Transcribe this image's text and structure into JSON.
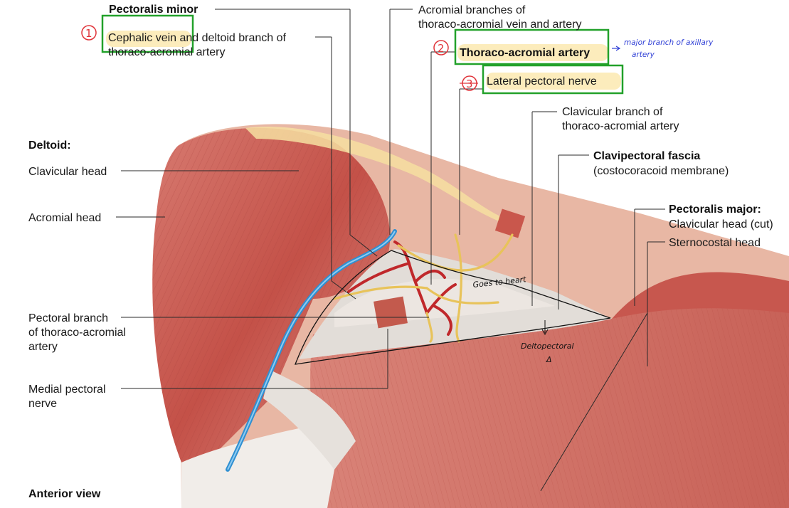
{
  "labels": {
    "pectoralis_minor": "Pectoralis minor",
    "cephalic_line1_a": "Cephalic vein",
    "cephalic_line1_b": " and deltoid branch of",
    "cephalic_line2": "thoraco-acromial artery",
    "acromial_line1": "Acromial branches of",
    "acromial_line2": "thoraco-acromial vein and artery",
    "thoraco_acromial_artery": "Thoraco-acromial artery",
    "lateral_pectoral_nerve": "Lateral pectoral nerve",
    "clavicular_branch_line1": "Clavicular branch of",
    "clavicular_branch_line2": "thoraco-acromial artery",
    "deltoid_title": "Deltoid:",
    "clavicular_head": "Clavicular head",
    "acromial_head": "Acromial head",
    "clavipectoral_fascia": "Clavipectoral fascia",
    "costocoracoid": "(costocoracoid membrane)",
    "pectoralis_major": "Pectoralis major:",
    "pm_clavicular_head": "Clavicular head (cut)",
    "sternocostal_head": "Sternocostal head",
    "pectoral_branch_line1": "Pectoral branch",
    "pectoral_branch_line2": "of thoraco-acromial",
    "pectoral_branch_line3": "artery",
    "medial_pectoral_line1": "Medial pectoral",
    "medial_pectoral_line2": "nerve",
    "anterior_view": "Anterior view"
  },
  "annotations": {
    "num1": "1",
    "num2": "2",
    "num3": "3",
    "major_branch_line1": "major branch of axillary",
    "major_branch_line2": "artery",
    "goes_to_heart": "Goes to heart",
    "deltopectoral_line1": "Deltopectoral",
    "deltopectoral_line2": "Δ"
  },
  "colors": {
    "highlight_box": "#22a12a",
    "highlight_fill": "#fbe6a6",
    "circle_red": "#e0343a",
    "note_blue": "#2f3fd6",
    "muscle": "#c85a52",
    "vein": "#2f8fd1",
    "artery": "#c0282b",
    "nerve": "#e8c35a"
  }
}
